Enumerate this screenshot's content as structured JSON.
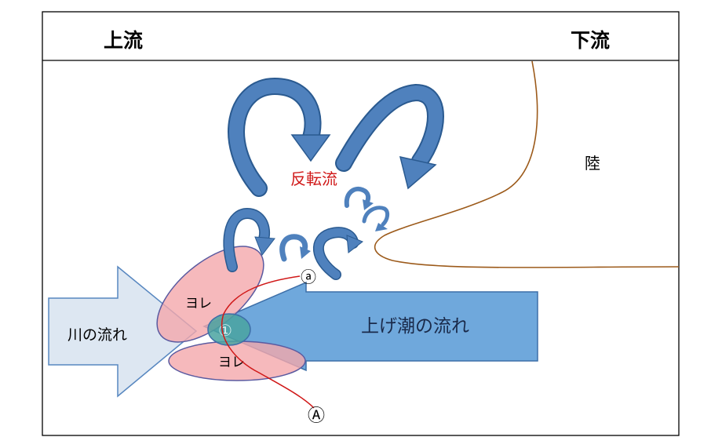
{
  "header": {
    "upstream": "上流",
    "downstream": "下流"
  },
  "labels": {
    "land": "陸",
    "reverse_flow": "反転流",
    "river_flow": "川の流れ",
    "rising_tide_flow": "上げ潮の流れ",
    "yore_upper": "ヨレ",
    "yore_lower": "ヨレ",
    "point_small_a": "ⓐ",
    "point_large_a": "Ⓐ",
    "point_one": "①"
  },
  "colors": {
    "border": "#000000",
    "river_arrow_fill": "#dce6f2",
    "river_arrow_stroke": "#4f81bd",
    "tide_arrow_fill": "#6fa8dc",
    "tide_arrow_stroke": "#3d6fa8",
    "yore_fill": "#f4a7ab",
    "yore_stroke": "#5a5aa0",
    "center_fill": "#4aa3a0",
    "swirl_fill": "#4f81bd",
    "swirl_stroke": "#2a5a90",
    "land_line": "#9c5a1a",
    "red_line": "#d01818",
    "reverse_flow_text": "#d01818"
  }
}
